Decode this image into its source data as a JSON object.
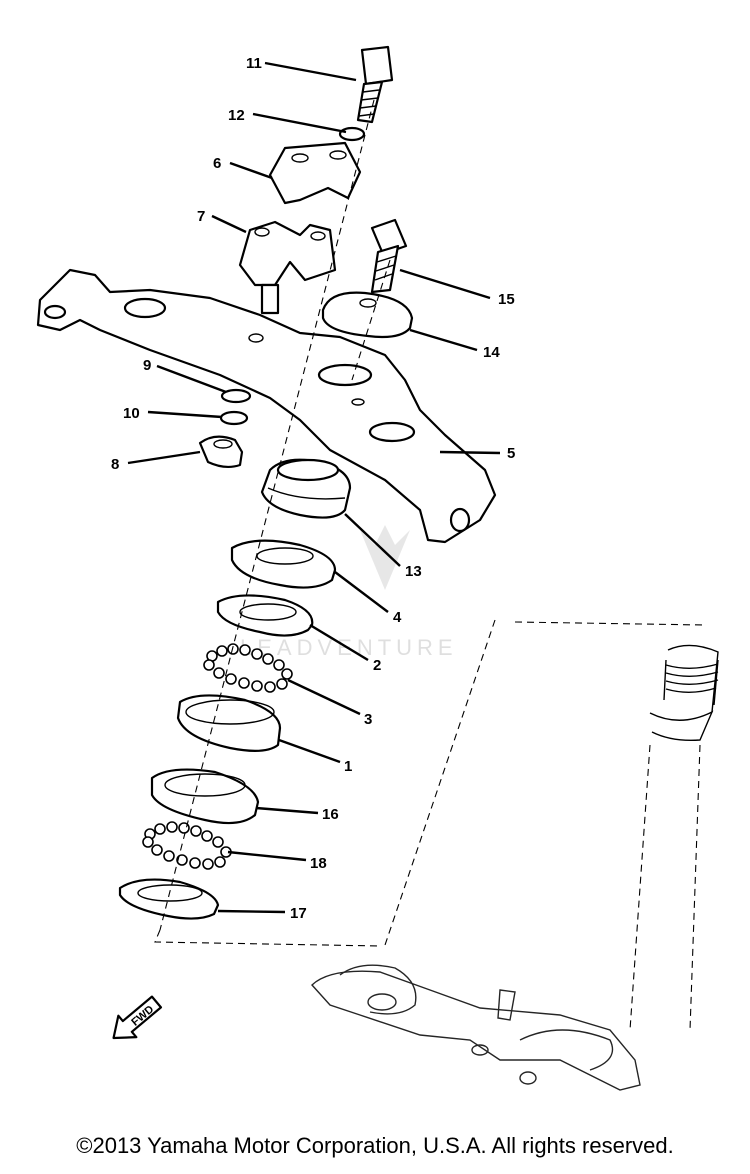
{
  "diagram": {
    "callouts": {
      "c11": "11",
      "c12": "12",
      "c6": "6",
      "c7": "7",
      "c15": "15",
      "c14": "14",
      "c9": "9",
      "c10": "10",
      "c8": "8",
      "c5": "5",
      "c13": "13",
      "c4": "4",
      "c2": "2",
      "c3": "3",
      "c1": "1",
      "c16": "16",
      "c18": "18",
      "c17": "17"
    },
    "fwd_label": "FWD",
    "watermark": "LEADVENTURE"
  },
  "footer": {
    "copyright": "©2013 Yamaha Motor Corporation, U.S.A. All rights reserved."
  }
}
